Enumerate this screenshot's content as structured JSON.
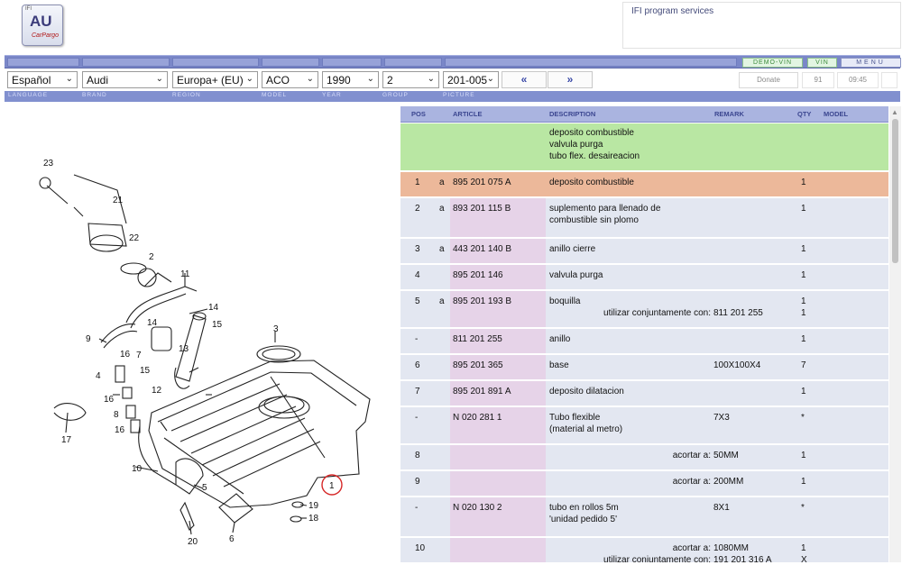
{
  "header": {
    "logo": {
      "small": "IFI",
      "main": "AU",
      "sub": "CarPargo"
    },
    "ifi_link": "IFI program services"
  },
  "topbar": {
    "demo_vin": "DEMO-VIN",
    "vin": "VIN",
    "menu": "MENU"
  },
  "selectors": {
    "language": "Español",
    "brand": "Audi",
    "region": "Europa+ (EU)",
    "model": "ACO",
    "year": "1990",
    "group": "2",
    "picture": "201-005"
  },
  "nav": {
    "prev": "«",
    "next": "»"
  },
  "donate": "Donate",
  "info": {
    "count": "91",
    "time": "09:45"
  },
  "labels": {
    "language": "LANGUAGE",
    "brand": "BRAND",
    "region": "REGION",
    "model": "MODEL",
    "year": "YEAR",
    "group": "GROUP",
    "picture": "PICTURE"
  },
  "table": {
    "headers": {
      "pos": "POS",
      "article": "ARTICLE",
      "description": "DESCRIPTION",
      "remark": "REMARK",
      "qty": "QTY",
      "model": "MODEL"
    },
    "group_header": {
      "lines": [
        "deposito combustible",
        "valvula purga",
        "tubo flex. desaireacion"
      ],
      "color": "#b9e7a3"
    },
    "rows": [
      {
        "pos": "1",
        "a": "a",
        "article": "895 201 075 A",
        "desc": [
          "deposito combustible"
        ],
        "remark": "",
        "qty": [
          "1"
        ],
        "highlight": true
      },
      {
        "pos": "2",
        "a": "a",
        "article": "893 201 115 B",
        "desc": [
          "suplemento para llenado de",
          "combustible sin plomo"
        ],
        "remark": "",
        "qty": [
          "1"
        ]
      },
      {
        "pos": "3",
        "a": "a",
        "article": "443 201 140 B",
        "desc": [
          "anillo cierre"
        ],
        "remark": "",
        "qty": [
          "1"
        ]
      },
      {
        "pos": "4",
        "a": "",
        "article": "895 201 146",
        "desc": [
          "valvula purga"
        ],
        "remark": "",
        "qty": [
          "1"
        ]
      },
      {
        "pos": "5",
        "a": "a",
        "article": "895 201 193 B",
        "desc": [
          "boquilla"
        ],
        "sub": "utilizar conjuntamente con:",
        "remark": "811 201 255",
        "qty": [
          "1",
          "1"
        ]
      },
      {
        "pos": "-",
        "a": "",
        "article": "811 201 255",
        "desc": [
          "anillo"
        ],
        "remark": "",
        "qty": [
          "1"
        ]
      },
      {
        "pos": "6",
        "a": "",
        "article": "895 201 365",
        "desc": [
          "base"
        ],
        "remark": "100X100X4",
        "qty": [
          "7"
        ]
      },
      {
        "pos": "7",
        "a": "",
        "article": "895 201 891 A",
        "desc": [
          "deposito dilatacion"
        ],
        "remark": "",
        "qty": [
          "1"
        ]
      },
      {
        "pos": "-",
        "a": "",
        "article": "N   020 281 1",
        "desc": [
          "Tubo flexible",
          "(material al metro)"
        ],
        "remark": "7X3",
        "qty": [
          "*"
        ]
      },
      {
        "pos": "8",
        "a": "",
        "article": "",
        "desc": [],
        "sub": "acortar a:",
        "remark": "50MM",
        "qty": [
          "1"
        ]
      },
      {
        "pos": "9",
        "a": "",
        "article": "",
        "desc": [],
        "sub": "acortar a:",
        "remark": "200MM",
        "qty": [
          "1"
        ]
      },
      {
        "pos": "-",
        "a": "",
        "article": "N   020 130 2",
        "desc": [
          "tubo en rollos 5m",
          "'unidad pedido 5'"
        ],
        "remark": "8X1",
        "qty": [
          "*"
        ]
      },
      {
        "pos": "10",
        "a": "",
        "article": "",
        "desc": [],
        "sub": "acortar a:",
        "sub2": "utilizar conjuntamente con:",
        "remark": "1080MM",
        "remark2": "191 201 316 A",
        "qty": [
          "1",
          "X"
        ]
      }
    ]
  },
  "diagram": {
    "callouts": [
      "23",
      "21",
      "22",
      "2",
      "11",
      "14",
      "14",
      "15",
      "3",
      "9",
      "7",
      "16",
      "13",
      "4",
      "15",
      "12",
      "16",
      "8",
      "16",
      "17",
      "10",
      "5",
      "20",
      "6",
      "19",
      "18",
      "1"
    ],
    "highlighted_callout": "1"
  },
  "colors": {
    "blue_bar": "#7a87c8",
    "header_row": "#aab4e0",
    "highlight": "#ecb89a",
    "group": "#b9e7a3",
    "row": "#e3e7f1",
    "article_bg": "#e6d3e8"
  }
}
